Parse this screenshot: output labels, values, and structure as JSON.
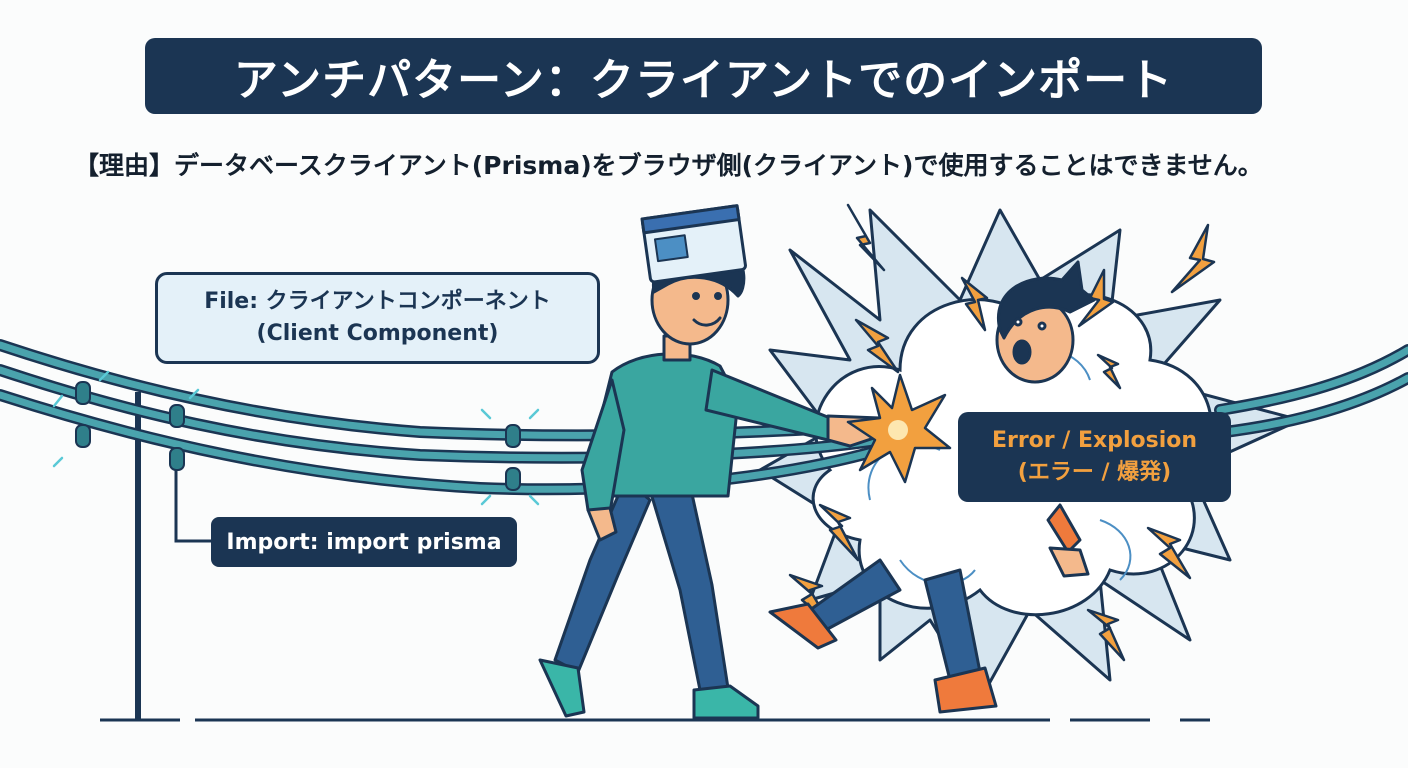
{
  "title": "アンチパターン：クライアントでのインポート",
  "reason": "【理由】データベースクライアント(Prisma)をブラウザ側(クライアント)で使用することはできません。",
  "file_label": {
    "line1": "File: クライアントコンポーネント",
    "line2": "(Client Component)"
  },
  "import_label": "Import: import prisma",
  "error_label": {
    "line1": "Error / Explosion",
    "line2": "(エラー / 爆発)"
  },
  "colors": {
    "navy": "#1b3553",
    "teal": "#3a9aa3",
    "orange": "#f2a03f",
    "shirt": "#3aa6a0",
    "pants": "#2f5f93"
  },
  "icons": [
    "browser-window-icon",
    "lightning-bolt-icon",
    "spark-burst-icon"
  ]
}
